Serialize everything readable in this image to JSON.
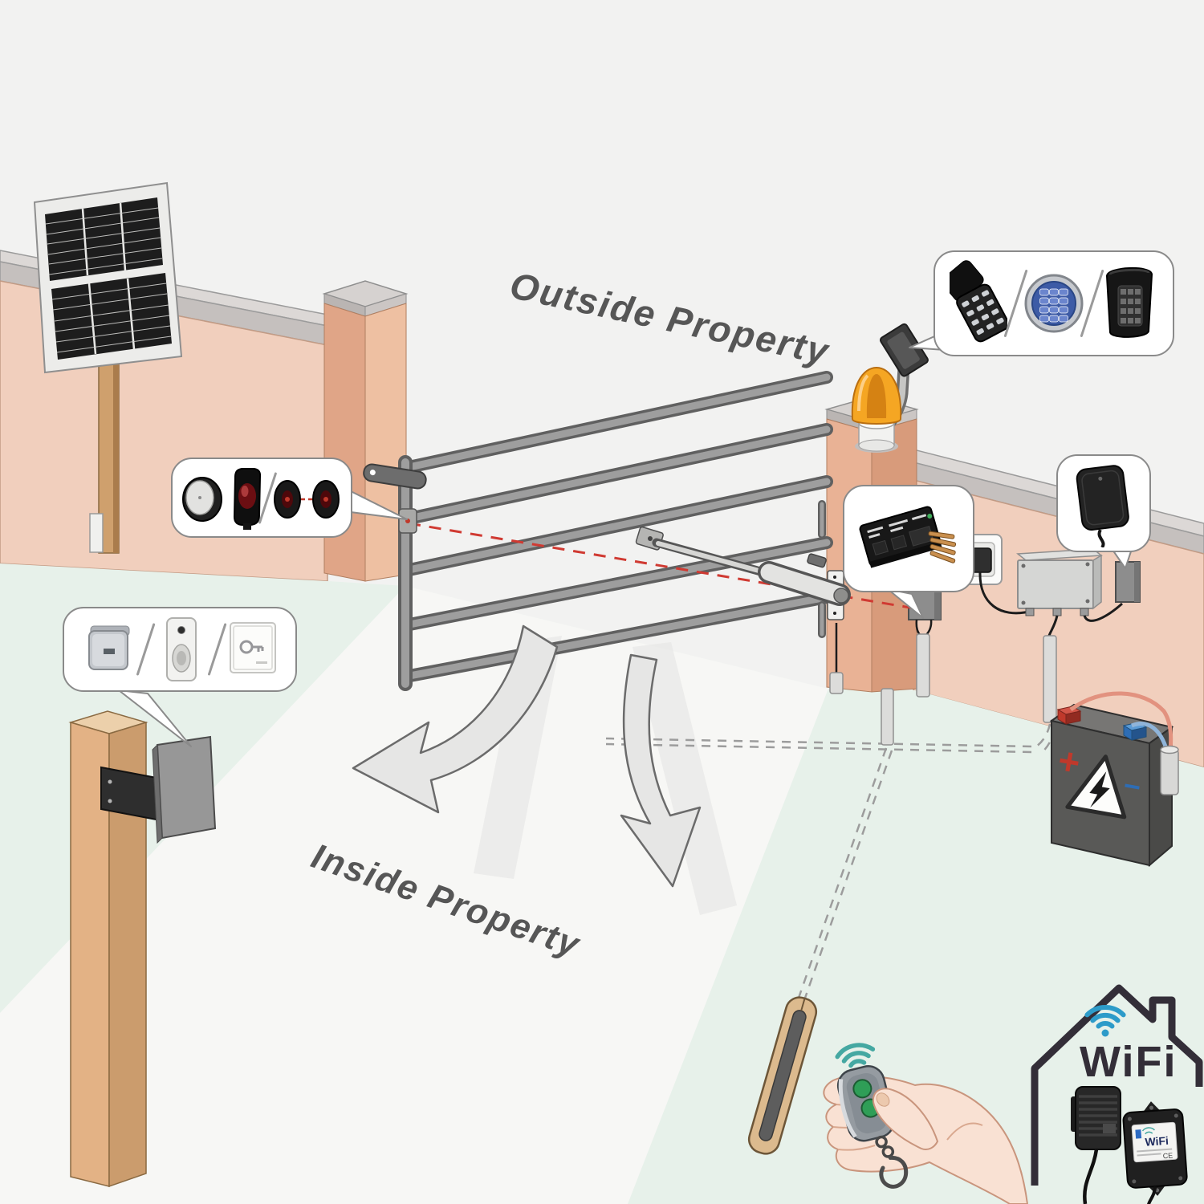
{
  "labels": {
    "outside_property": "Outside Property",
    "inside_property": "Inside Property"
  },
  "wifi": {
    "wordmark": "WiFi",
    "module_label": "WiFi",
    "module_ce": "CE"
  },
  "battery": {
    "plus_symbol": "+",
    "minus_symbol": "−"
  },
  "colors": {
    "beacon_orange": "#f5a623",
    "beam_red": "#d03a32",
    "house_wifi_blue": "#2d9bc9",
    "remote_signal_teal": "#45a8a2",
    "remote_button_green": "#2f9e57",
    "battery_terminal_red": "#c0392b",
    "battery_terminal_blue": "#2e6db4",
    "wall_salmon": "#f1cfbd",
    "ground_mint": "#e7f1ea"
  },
  "callouts": {
    "access_controls": {
      "items": [
        {
          "icon": "flip-cover-keypad"
        },
        {
          "icon": "round-blue-keypad"
        },
        {
          "icon": "hooded-keypad"
        }
      ]
    },
    "photocells": {
      "items": [
        {
          "icon": "reflector-disc"
        },
        {
          "icon": "reflective-photocell"
        },
        {
          "icon": "photocell-beam-pair"
        }
      ]
    },
    "control_board": {
      "items": [
        {
          "icon": "control-pcb"
        }
      ]
    },
    "receiver": {
      "items": [
        {
          "icon": "receiver-box"
        }
      ]
    },
    "entry_devices": {
      "items": [
        {
          "icon": "metal-push-button"
        },
        {
          "icon": "video-intercom"
        },
        {
          "icon": "exit-key-button"
        }
      ]
    }
  }
}
